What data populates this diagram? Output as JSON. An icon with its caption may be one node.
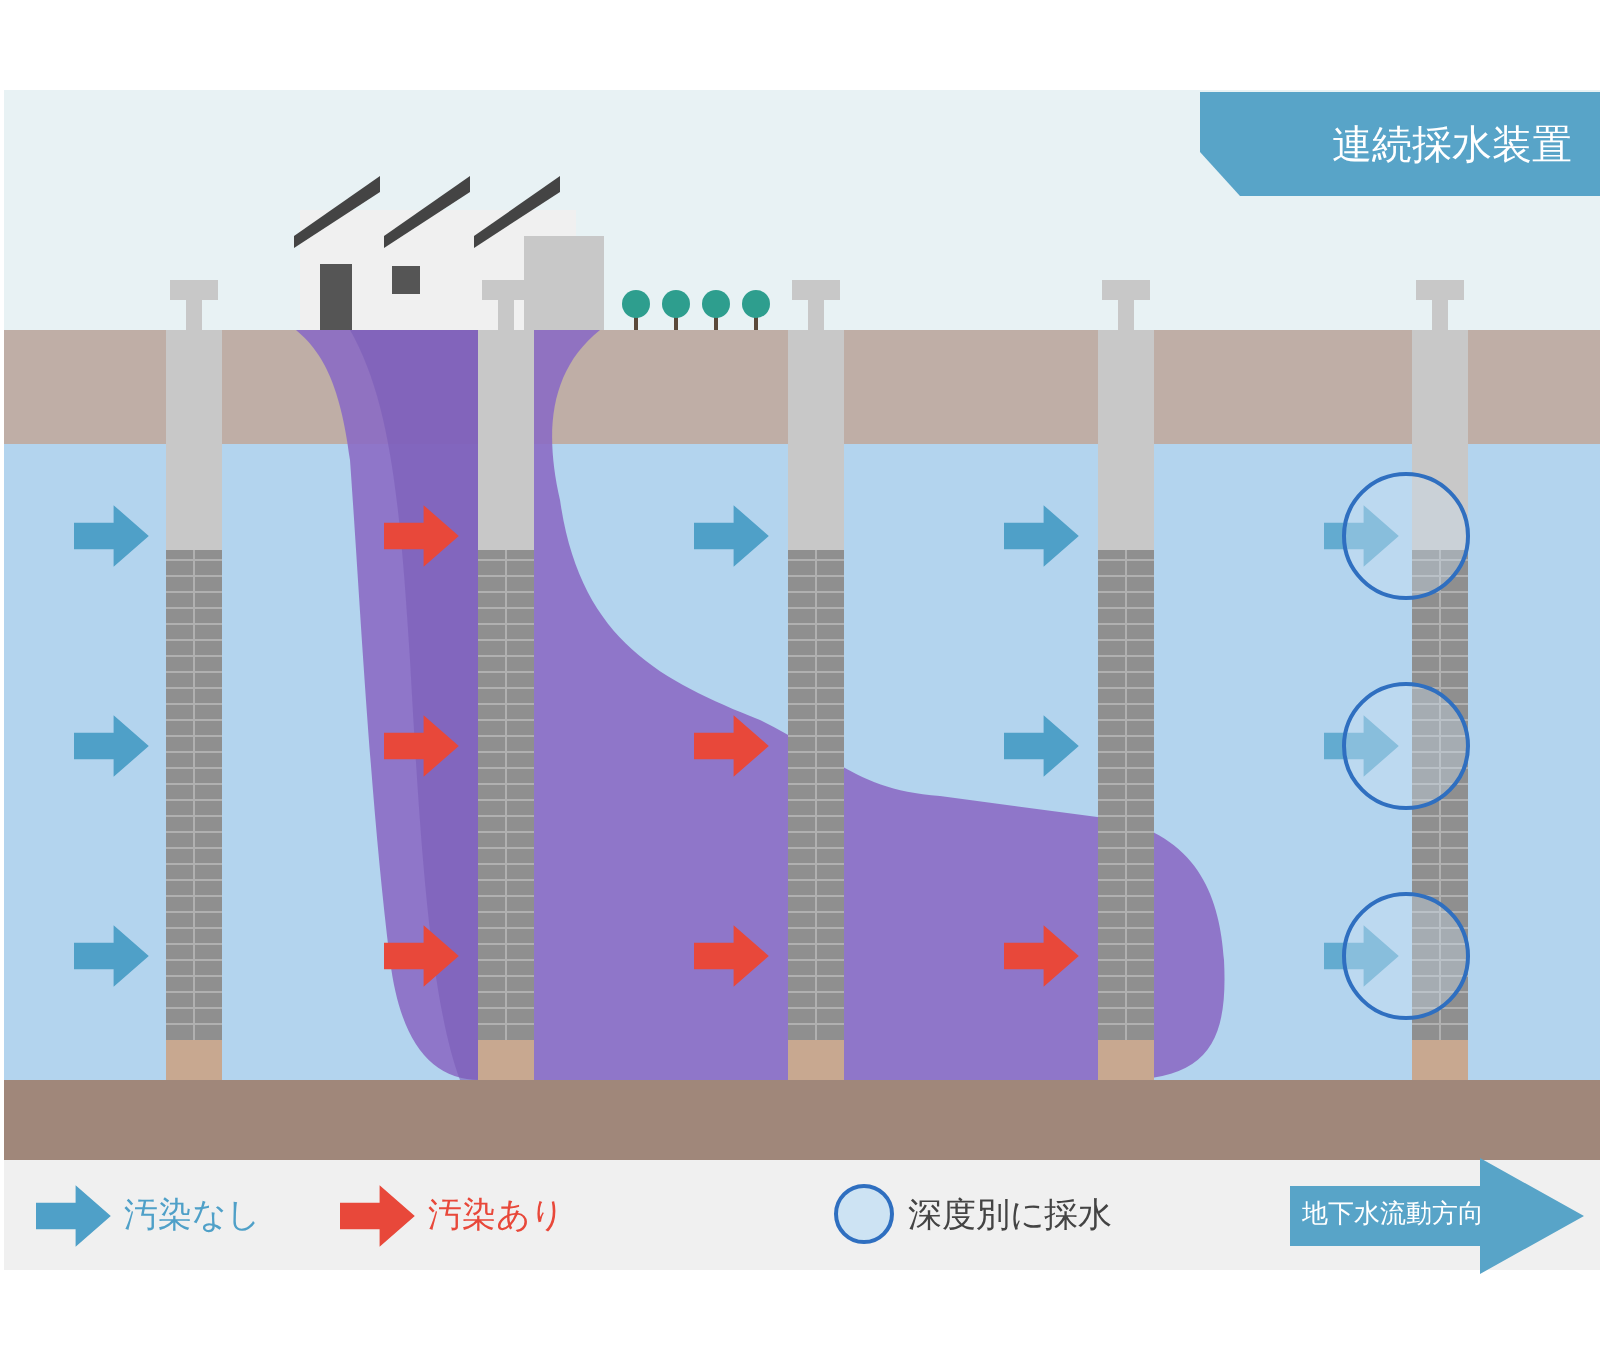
{
  "diagram": {
    "title": "連続採水装置",
    "labels": [
      "地下水流動方向"
    ],
    "legend": [
      {
        "text": "汚染なし"
      },
      {
        "text": "汚染あり"
      },
      {
        "text": "深度別に採水"
      }
    ]
  }
}
